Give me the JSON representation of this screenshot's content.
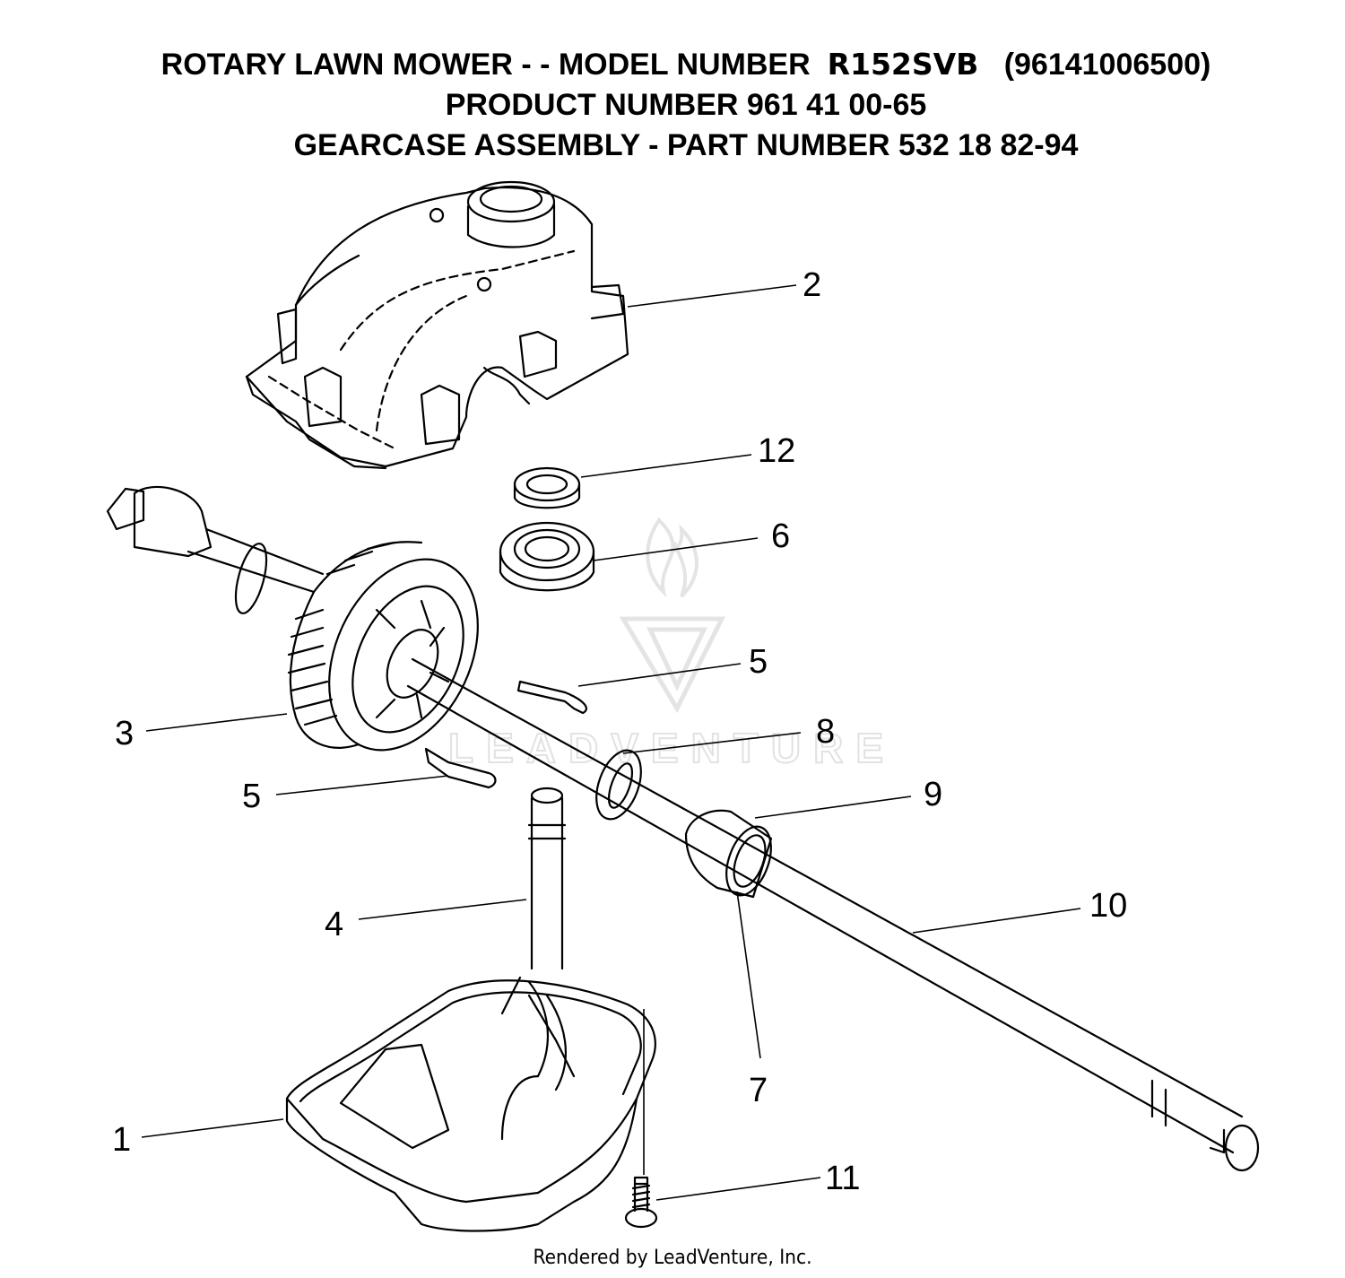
{
  "header": {
    "line1_prefix": "ROTARY LAWN MOWER - - MODEL NUMBER",
    "model": "R152SVB",
    "line1_suffix": "(96141006500)",
    "line2": "PRODUCT NUMBER 961 41 00-65",
    "line3": "GEARCASE ASSEMBLY - PART NUMBER 532 18 82-94"
  },
  "callouts": [
    "1",
    "2",
    "3",
    "4",
    "5",
    "5",
    "6",
    "7",
    "8",
    "9",
    "10",
    "11",
    "12"
  ],
  "watermark": "LEADVENTURE",
  "footer": "Rendered by LeadVenture, Inc."
}
